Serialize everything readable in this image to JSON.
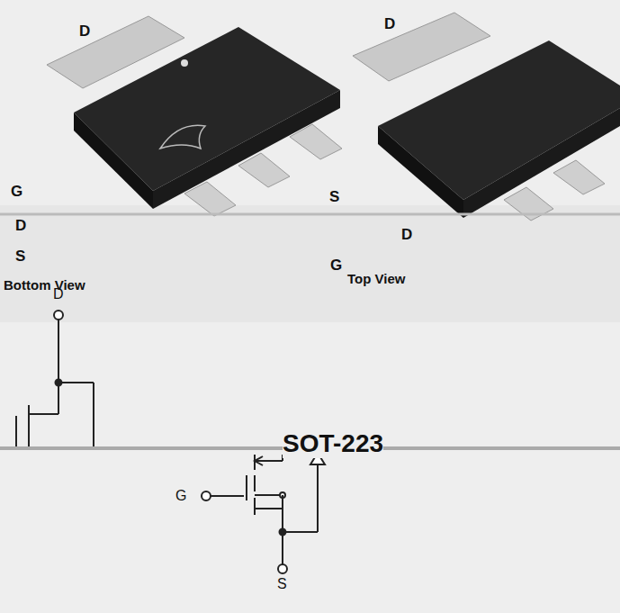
{
  "diagram": {
    "labels": [
      "D",
      "D",
      "G",
      "S",
      "D",
      "S",
      "Bottom View",
      "D",
      "G",
      "Top View",
      "D",
      "SOT-223",
      "G",
      "S"
    ]
  }
}
